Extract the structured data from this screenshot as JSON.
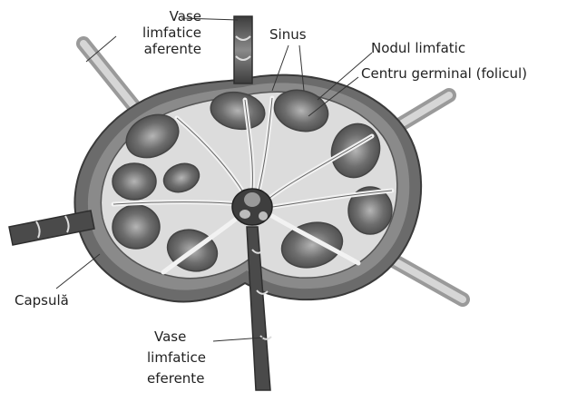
{
  "labels": {
    "afferent": [
      "Vase",
      "limfatice",
      "aferente"
    ],
    "sinus": "Sinus",
    "nodule": "Nodul limfatic",
    "germinal_center": "Centru germinal (folicul)",
    "capsule": "Capsulă",
    "efferent": [
      "Vase",
      "limfatice",
      "eferente"
    ]
  },
  "colors": {
    "background": "#ffffff",
    "capsule": "#6b6b6b",
    "cortex": "#8a8a8a",
    "medulla": "#dadada",
    "sinus": "#ececec",
    "follicle": "#7a7a7a",
    "germinal_center": "#5c5c5c",
    "vessel": "#555555",
    "vessel_light": "#c9c9c9",
    "leader_line": "#333333",
    "text": "#222222"
  }
}
